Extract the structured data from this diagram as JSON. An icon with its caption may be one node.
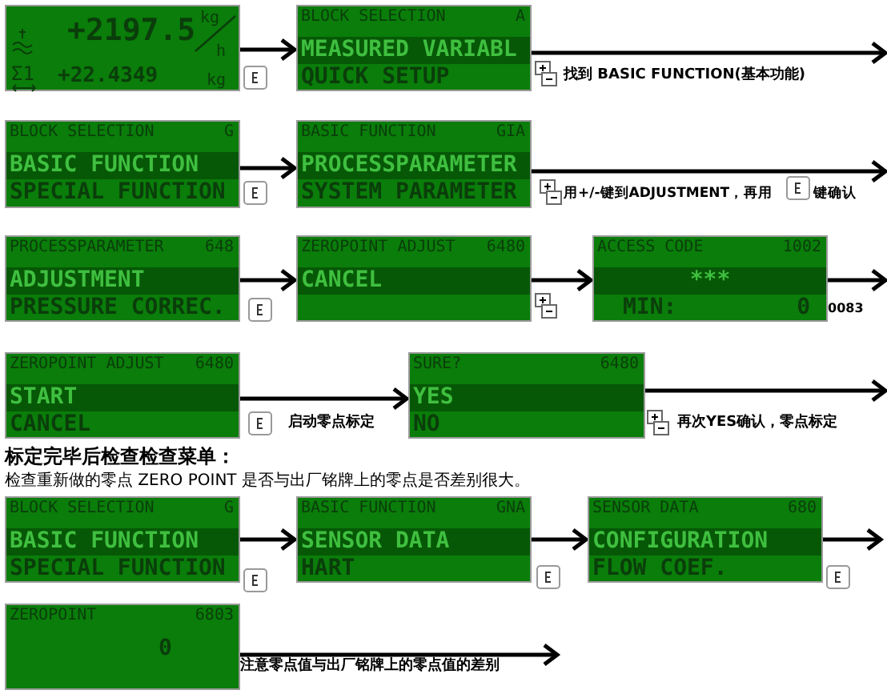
{
  "diagram": {
    "nodes": [
      {
        "text": [
          "+2197.5",
          "kg",
          "h",
          "Σ1",
          "+22.4349",
          "kg"
        ]
      },
      {
        "text": [
          "BLOCK SELECTION",
          "A",
          "MEASURED VARIABL",
          "QUICK SETUP"
        ]
      },
      {
        "text": [
          "BLOCK SELECTION",
          "G",
          "BASIC FUNCTION",
          "SPECIAL FUNCTION"
        ]
      },
      {
        "text": [
          "BASIC FUNCTION",
          "GIA",
          "PROCESSPARAMETER",
          "SYSTEM PARAMETER"
        ]
      },
      {
        "text": [
          "PROCESSPARAMETER",
          "648",
          "ADJUSTMENT",
          "PRESSURE CORREC."
        ]
      },
      {
        "text": [
          "ZEROPOINT ADJUST",
          "6480",
          "CANCEL"
        ]
      },
      {
        "text": [
          "ACCESS CODE",
          "1002",
          "***",
          "MIN:",
          "0"
        ]
      },
      {
        "text": [
          "ZEROPOINT ADJUST",
          "6480",
          "START",
          "CANCEL"
        ]
      },
      {
        "text": [
          "SURE?",
          "6480",
          "YES",
          "NO"
        ]
      },
      {
        "text": [
          "BLOCK SELECTION",
          "G",
          "BASIC FUNCTION",
          "SPECIAL FUNCTION"
        ]
      },
      {
        "text": [
          "BASIC FUNCTION",
          "GNA",
          "SENSOR DATA",
          "HART"
        ]
      },
      {
        "text": [
          "SENSOR DATA",
          "680",
          "CONFIGURATION",
          "FLOW COEF."
        ]
      },
      {
        "text": [
          "ZEROPOINT",
          "6803",
          "0"
        ]
      }
    ],
    "edges": [
      {
        "from": 0,
        "to": 1,
        "arrow": "to"
      },
      {
        "from": 1,
        "to": null,
        "arrow": "to",
        "label": "找到 BASIC FUNCTION(基本功能)"
      },
      {
        "from": 2,
        "to": 3,
        "arrow": "to"
      },
      {
        "from": 3,
        "to": null,
        "arrow": "to",
        "label": "用+/-键到ADJUSTMENT，再用"
      },
      {
        "from": 4,
        "to": 5,
        "arrow": "to"
      },
      {
        "from": 5,
        "to": 6,
        "arrow": "to"
      },
      {
        "from": 6,
        "to": null,
        "arrow": "to"
      },
      {
        "from": 7,
        "to": 8,
        "arrow": "to",
        "label": "启动零点标定"
      },
      {
        "from": 8,
        "to": null,
        "arrow": "to",
        "label": "再次YES确认，零点标定"
      },
      {
        "from": 9,
        "to": 10,
        "arrow": "to"
      },
      {
        "from": 10,
        "to": 11,
        "arrow": "to"
      },
      {
        "from": 11,
        "to": null,
        "arrow": "to"
      },
      {
        "from": 12,
        "to": null,
        "arrow": "to",
        "label": "注意零点值与出厂铭牌上的零点值的差别"
      }
    ],
    "labels": [
      "0083",
      "键确认",
      "标定完毕后检查检查菜单：",
      "检查重新做的零点 ZERO POINT 是否与出厂铭牌上的零点是否差别很大。"
    ]
  }
}
